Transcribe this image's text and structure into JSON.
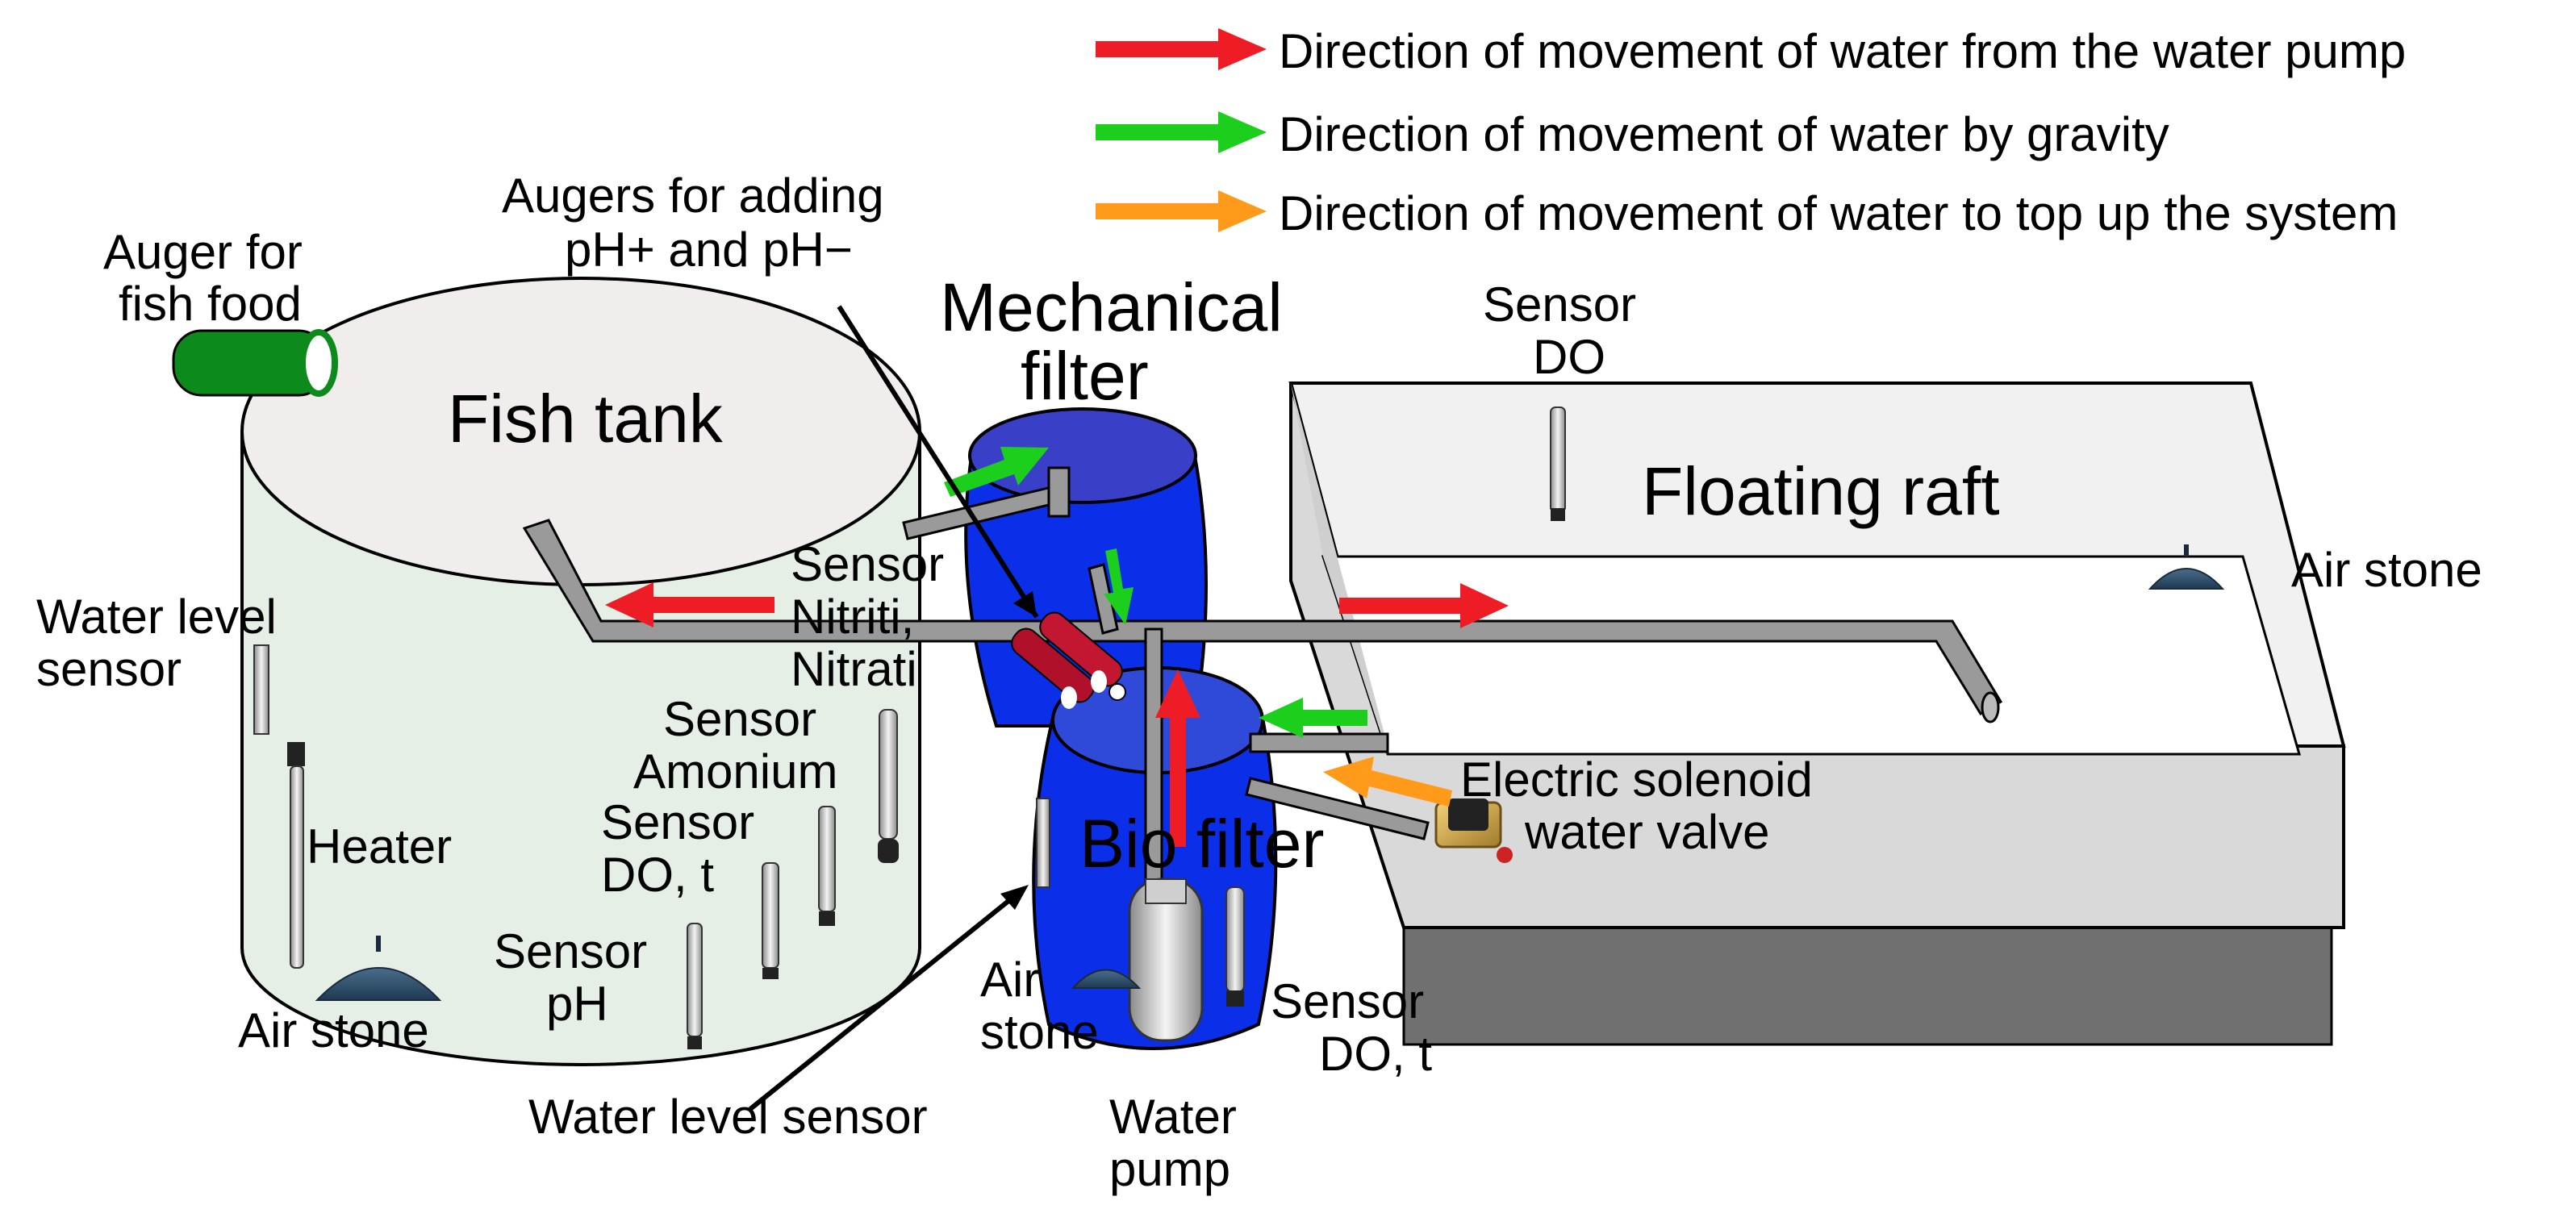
{
  "legend": {
    "pump": {
      "label": "Direction of movement of water from the water pump",
      "color": "#ee1c25"
    },
    "gravity": {
      "label": "Direction of movement of water by gravity",
      "color": "#1ccf1c"
    },
    "topup": {
      "label": "Direction of movement of water to top up the system",
      "color": "#ff9a1a"
    }
  },
  "labels": {
    "fish_tank": "Fish tank",
    "mechanical_filter_1": "Mechanical",
    "mechanical_filter_2": "filter",
    "floating_raft": "Floating raft",
    "bio_filter": "Bio filter",
    "auger_food_1": "Auger for",
    "auger_food_2": "fish food",
    "augers_ph_1": "Augers for adding",
    "augers_ph_2": "pH+ and pH−",
    "sensor_do_top_1": "Sensor",
    "sensor_do_top_2": "DO",
    "air_stone_raft": "Air stone",
    "sensor_nitriti_1": "Sensor",
    "sensor_nitriti_2": "Nitriti,",
    "sensor_nitriti_3": "Nitrati",
    "water_level_sensor_left_1": "Water level",
    "water_level_sensor_left_2": "sensor",
    "sensor_amonium_1": "Sensor",
    "sensor_amonium_2": "Amonium",
    "sensor_do_t_left_1": "Sensor",
    "sensor_do_t_left_2": "DO, t",
    "heater": "Heater",
    "sensor_ph_1": "Sensor",
    "sensor_ph_2": "pH",
    "air_stone_tank": "Air stone",
    "water_level_sensor_bottom": "Water level sensor",
    "air_stone_bio_1": "Air",
    "air_stone_bio_2": "stone",
    "water_pump_1": "Water",
    "water_pump_2": "pump",
    "sensor_do_t_bio_1": "Sensor",
    "sensor_do_t_bio_2": "DO, t",
    "solenoid_1": "Electric solenoid",
    "solenoid_2": "water valve"
  }
}
